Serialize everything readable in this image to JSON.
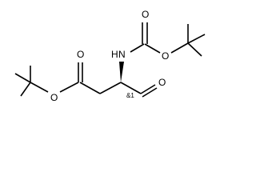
{
  "molecule": {
    "description_visible": "",
    "atom_labels": {
      "o_ester_carbonyl": "O",
      "o_ester_single": "O",
      "n_amine": "N",
      "h_amine": "H",
      "o_boc_carbonyl": "O",
      "o_boc_single": "O",
      "o_aldehyde": "O"
    },
    "stereo_label": "&1"
  }
}
